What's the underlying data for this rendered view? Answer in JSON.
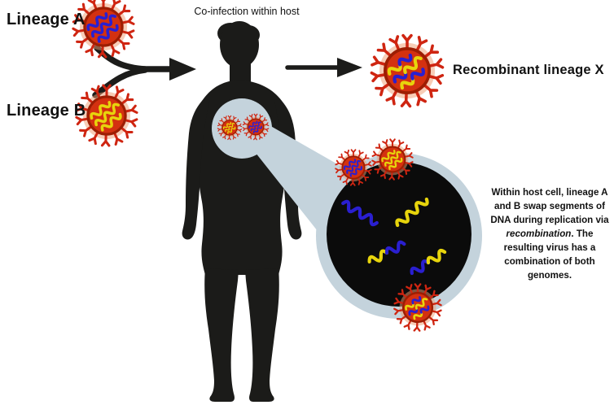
{
  "labels": {
    "lineage_a": "Lineage A",
    "lineage_b": "Lineage B",
    "coinfection": "Co-infection within host",
    "recombinant": "Recombinant lineage X"
  },
  "annotation": {
    "text_before": "Within host cell, lineage A and B swap segments of DNA during replication via ",
    "italic_word": "recombination",
    "text_after": ". The resulting virus has a combination of both genomes."
  },
  "viruses": [
    {
      "id": "lineage-a",
      "genome": "blue DNA (lineage A)"
    },
    {
      "id": "lineage-b",
      "genome": "yellow DNA (lineage B)"
    },
    {
      "id": "recombinant-x",
      "genome": "mixed blue + yellow DNA (recombinant)"
    }
  ],
  "icons": {
    "virus_lineage_a": "virus-icon-blue-genome",
    "virus_lineage_b": "virus-icon-yellow-genome",
    "virus_recombinant": "virus-icon-mixed-genome",
    "host": "human-silhouette",
    "magnifier": "magnified-cell-callout",
    "arrows": "black-flow-arrows"
  },
  "colors": {
    "background": "#ffffff",
    "silhouette": "#1b1b19",
    "magnifier": "#c4d3dc",
    "cell_interior": "#0b0b0b",
    "virus_body": "#d43110",
    "virus_border": "#9c1e03",
    "virus_spikes": "#cf2511",
    "virus_halo": "#ef9c70",
    "dna_lineage_a": "#2a1fd0",
    "dna_lineage_b": "#e7d40c",
    "arrow": "#1c1c1a"
  }
}
